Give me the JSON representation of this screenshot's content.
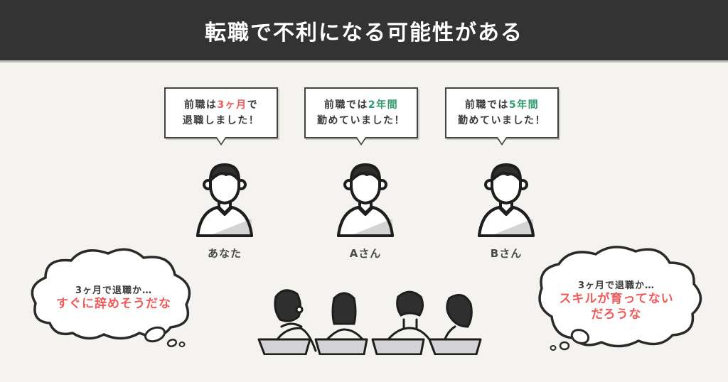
{
  "header": {
    "title": "転職で不利になる可能性がある"
  },
  "bubbles": [
    {
      "line1_prefix": "前職は",
      "line1_highlight": "3ヶ月",
      "line1_suffix": "で",
      "line2": "退職しました！",
      "highlight_color": "#ef5b5b"
    },
    {
      "line1_prefix": "前職では",
      "line1_highlight": "2年間",
      "line1_suffix": "",
      "line2": "勤めていました！",
      "highlight_color": "#2f9a6c"
    },
    {
      "line1_prefix": "前職では",
      "line1_highlight": "5年間",
      "line1_suffix": "",
      "line2": "勤めていました！",
      "highlight_color": "#2f9a6c"
    }
  ],
  "candidates": [
    {
      "name": "あなた"
    },
    {
      "name": "Aさん"
    },
    {
      "name": "Bさん"
    }
  ],
  "thoughts": {
    "left": {
      "line1": "3ヶ月で退職か…",
      "line2": "すぐに辞めそうだな"
    },
    "right": {
      "line1": "3ヶ月で退職か…",
      "line2": "スキルが育ってない",
      "line3": "だろうな"
    }
  },
  "colors": {
    "header_bg": "#333333",
    "background": "#f4f3f0",
    "accent_red": "#ef5b5b",
    "accent_green": "#2f9a6c"
  }
}
